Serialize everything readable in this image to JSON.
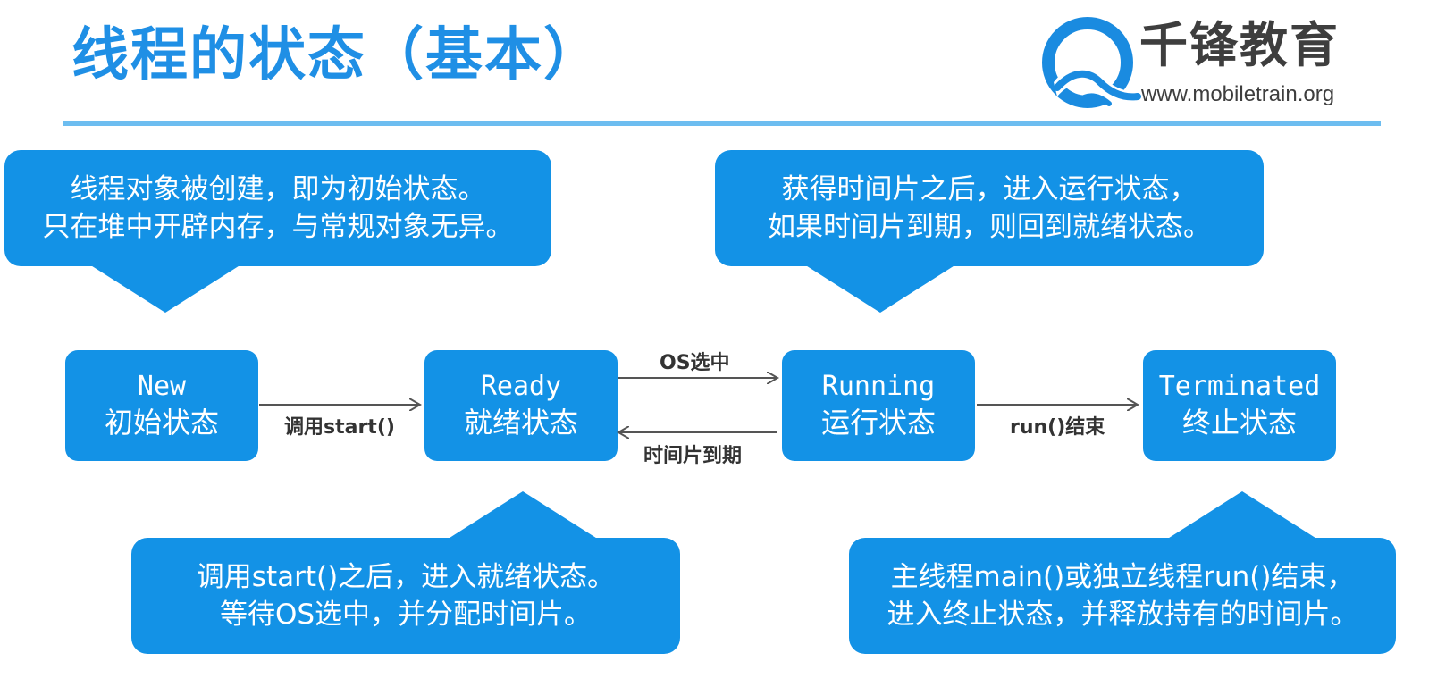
{
  "title": "线程的状态（基本）",
  "logo": {
    "name": "千锋教育",
    "url": "www.mobiletrain.org",
    "icon": "qianfeng-wave-logo"
  },
  "colors": {
    "primary": "#1392e6",
    "title": "#1f8fe5",
    "rule": "#6dbdf0",
    "arrow": "#555555"
  },
  "callouts": {
    "new": {
      "lines": [
        "线程对象被创建，即为初始状态。",
        "只在堆中开辟内存，与常规对象无异。"
      ]
    },
    "running": {
      "lines": [
        "获得时间片之后，进入运行状态，",
        "如果时间片到期，则回到就绪状态。"
      ]
    },
    "ready": {
      "lines": [
        "调用start()之后，进入就绪状态。",
        "等待OS选中，并分配时间片。"
      ]
    },
    "terminated": {
      "lines": [
        "主线程main()或独立线程run()结束，",
        "进入终止状态，并释放持有的时间片。"
      ]
    }
  },
  "states": {
    "new": {
      "en": "New",
      "zh": "初始状态"
    },
    "ready": {
      "en": "Ready",
      "zh": "就绪状态"
    },
    "running": {
      "en": "Running",
      "zh": "运行状态"
    },
    "terminated": {
      "en": "Terminated",
      "zh": "终止状态"
    }
  },
  "transitions": {
    "new_to_ready": "调用start()",
    "ready_to_running": "OS选中",
    "running_to_ready": "时间片到期",
    "running_to_terminated": "run()结束"
  }
}
